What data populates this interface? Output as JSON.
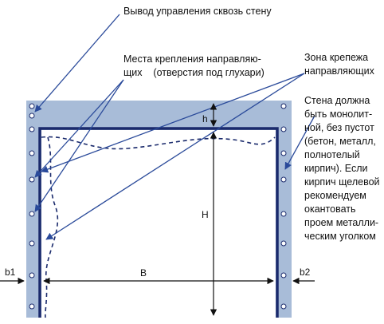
{
  "labels": {
    "control_output": "Вывод управления сквозь стену",
    "mount_places": "Места крепления направляю-\nщих    (отверстия под глухари)",
    "mount_zone": "Зона крепежа\nнаправляющих",
    "wall_note": "Стена должна\nбыть монолит-\nной, без пустот\n(бетон, металл,\nполнотелый\nкирпич). Если\nкирпич щелевой\nрекомендуем\nокантовать\nпроем металли-\nческим уголком"
  },
  "dimensions": {
    "h": "h",
    "H": "H",
    "B": "B",
    "b1": "b1",
    "b2": "b2"
  },
  "colors": {
    "wall": "#a8bcd8",
    "frame": "#1a2a6c",
    "arrow": "#2a4a9a",
    "dim_line": "#111111"
  }
}
